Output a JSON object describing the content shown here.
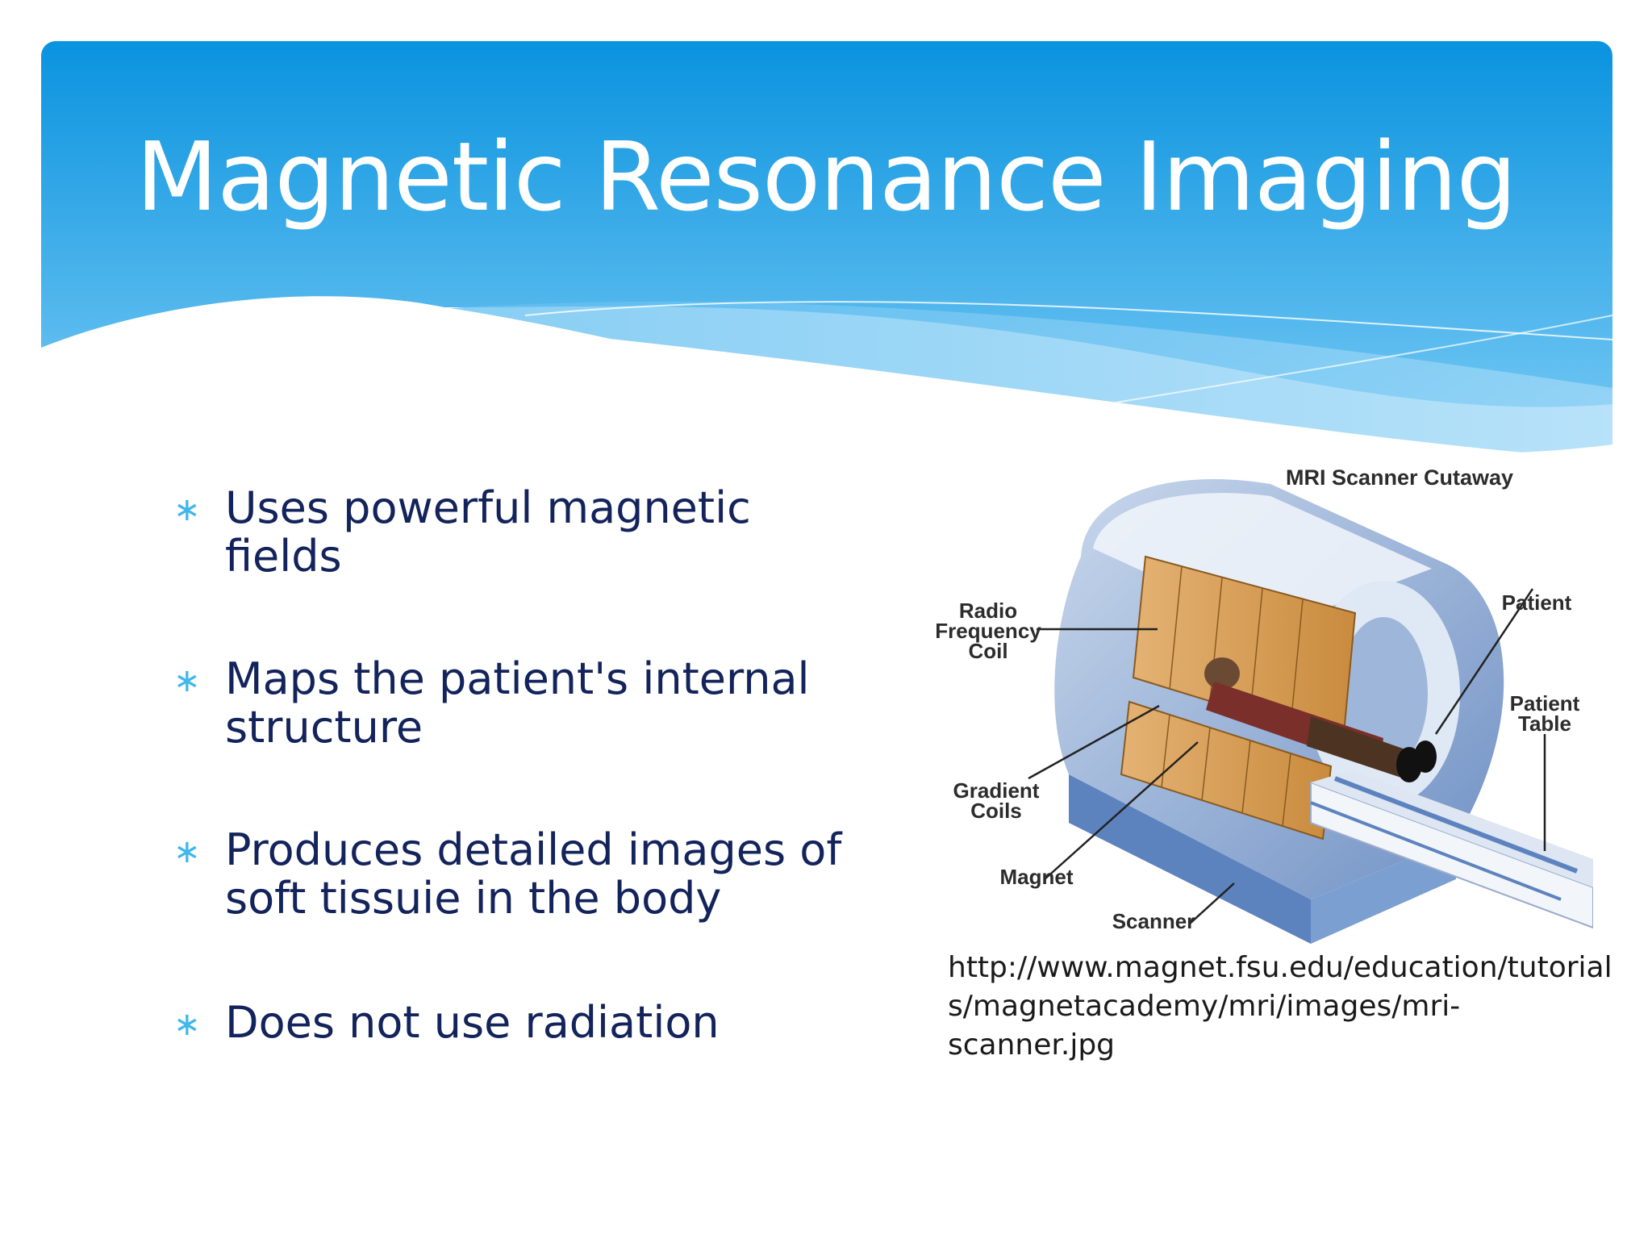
{
  "slide": {
    "title": "Magnetic Resonance Imaging",
    "bullets": [
      "Uses powerful magnetic fields",
      "Maps the patient's internal structure",
      "Produces detailed images of soft tissuie in the body",
      "Does not use radiation"
    ],
    "bullet_icon": "asterisk-icon",
    "figure": {
      "heading": "MRI Scanner Cutaway",
      "labels": {
        "radio_frequency_coil": "Radio Frequency Coil",
        "patient": "Patient",
        "patient_table": "Patient Table",
        "gradient_coils": "Gradient Coils",
        "magnet": "Magnet",
        "scanner": "Scanner"
      }
    },
    "caption_line1": "http://www.magnet.fsu.edu/education/tutorial",
    "caption_line2": "s/magnetacademy/mri/images/mri-scanner.jpg"
  },
  "colors": {
    "header_top": "#0a93df",
    "header_bottom": "#6cc4f2",
    "title_text": "#ffffff",
    "bullet_text": "#13235b",
    "bullet_marker": "#3fb7ec"
  }
}
